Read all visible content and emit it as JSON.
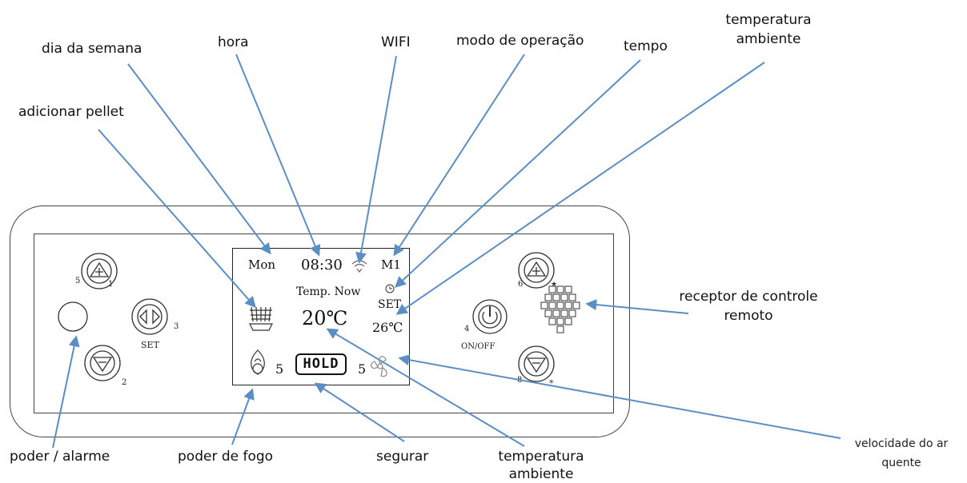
{
  "callouts": {
    "dia_semana": "dia da semana",
    "hora": "hora",
    "wifi": "WIFI",
    "modo": "modo de operação",
    "tempo": "tempo",
    "temp_amb_top_1": "temperatura",
    "temp_amb_top_2": "ambiente",
    "adicionar_pellet": "adicionar pellet",
    "receptor_1": "receptor de controle",
    "receptor_2": "remoto",
    "poder_alarme": "poder / alarme",
    "poder_fogo": "poder de fogo",
    "segurar": "segurar",
    "temp_amb_bottom_1": "temperatura",
    "temp_amb_bottom_2": "ambiente",
    "velocidade_1": "velocidade do ar",
    "velocidade_2": "quente"
  },
  "lcd": {
    "day": "Mon",
    "time": "08:30",
    "mode": "M1",
    "temp_now_label": "Temp. Now",
    "temp_now_value": "20℃",
    "set_label": "SET",
    "set_value": "26℃",
    "fire_power": "5",
    "hold": "HOLD",
    "fan_speed": "5"
  },
  "buttons": {
    "left_up_num": "1",
    "left_up_sub": "5",
    "left_set_num": "3",
    "left_set_label": "SET",
    "left_down_num": "2",
    "right_power_num": "4",
    "right_power_label": "ON/OFF",
    "right_up_num": "6",
    "right_down_num": "8"
  },
  "colors": {
    "arrow": "#5b8ec4",
    "line": "#333333"
  },
  "icons": {
    "wifi": "wifi-icon",
    "pellet": "pellet-icon",
    "flame": "flame-icon",
    "fan": "fan-icon",
    "clock": "clock-icon",
    "remote": "remote-receiver-icon",
    "alarm": "alarm-led-icon"
  }
}
